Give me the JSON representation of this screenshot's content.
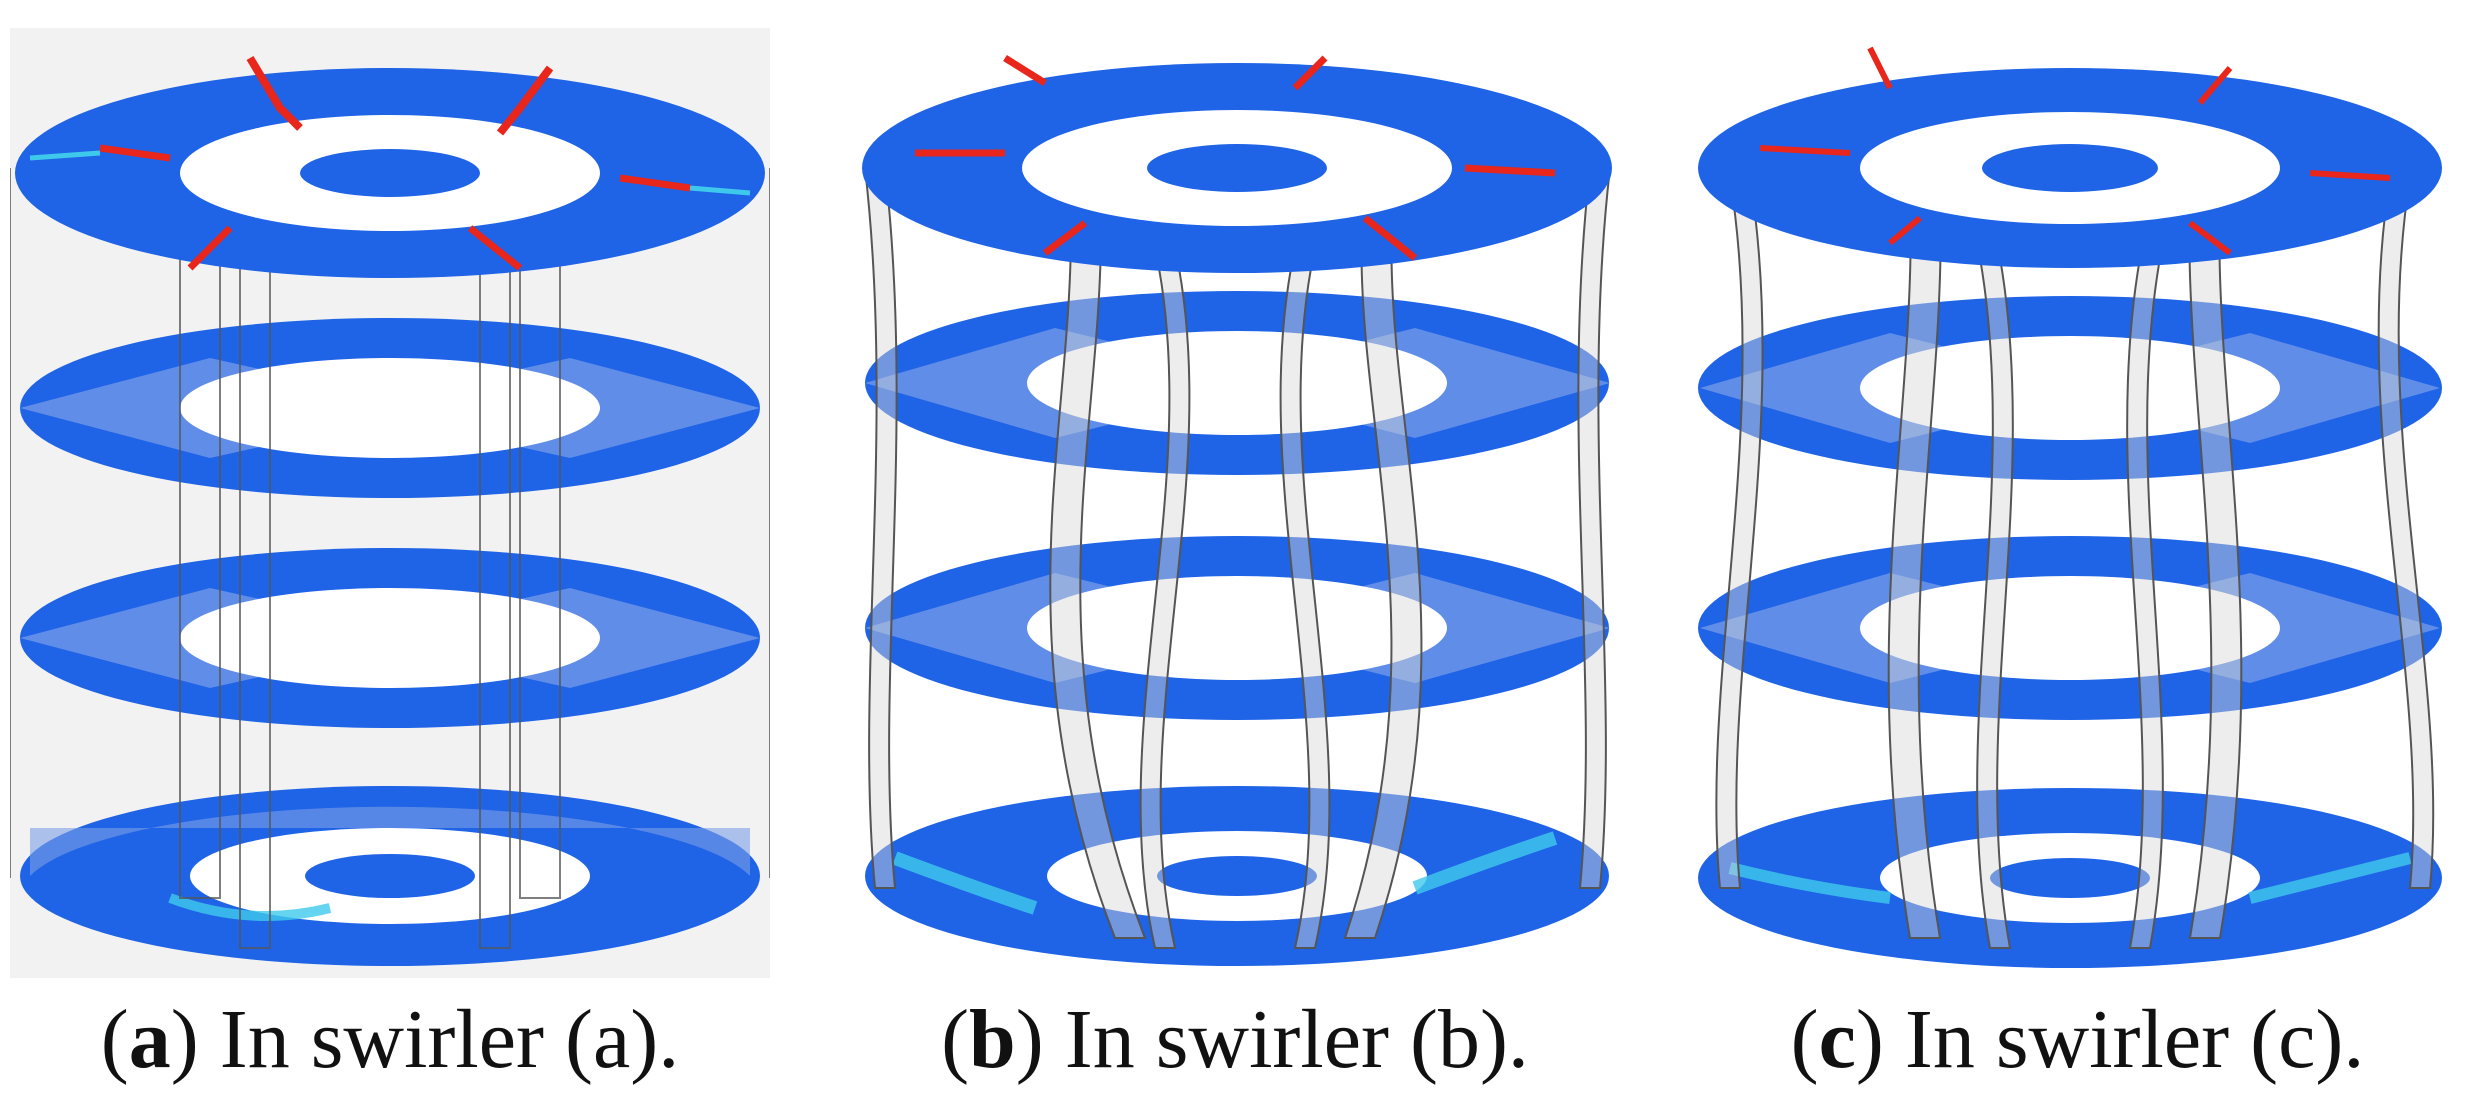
{
  "figure": {
    "panels": [
      {
        "id": "a",
        "letter": "a",
        "caption_rest": " In swirler (a).",
        "blade_style": "straight"
      },
      {
        "id": "b",
        "letter": "b",
        "caption_rest": " In swirler (b).",
        "blade_style": "twisted-strong"
      },
      {
        "id": "c",
        "letter": "c",
        "caption_rest": " In swirler (c).",
        "blade_style": "twisted-moderate"
      }
    ],
    "colors": {
      "disk_blue": "#1f63e6",
      "disk_faded": "#7ba0e8",
      "hot_red": "#e8261b",
      "hot_yellow": "#f4e02a",
      "hot_cyan": "#3ec9ec",
      "blade_fill": "#d6d6d6",
      "background_box": "#f2f2f2"
    }
  }
}
